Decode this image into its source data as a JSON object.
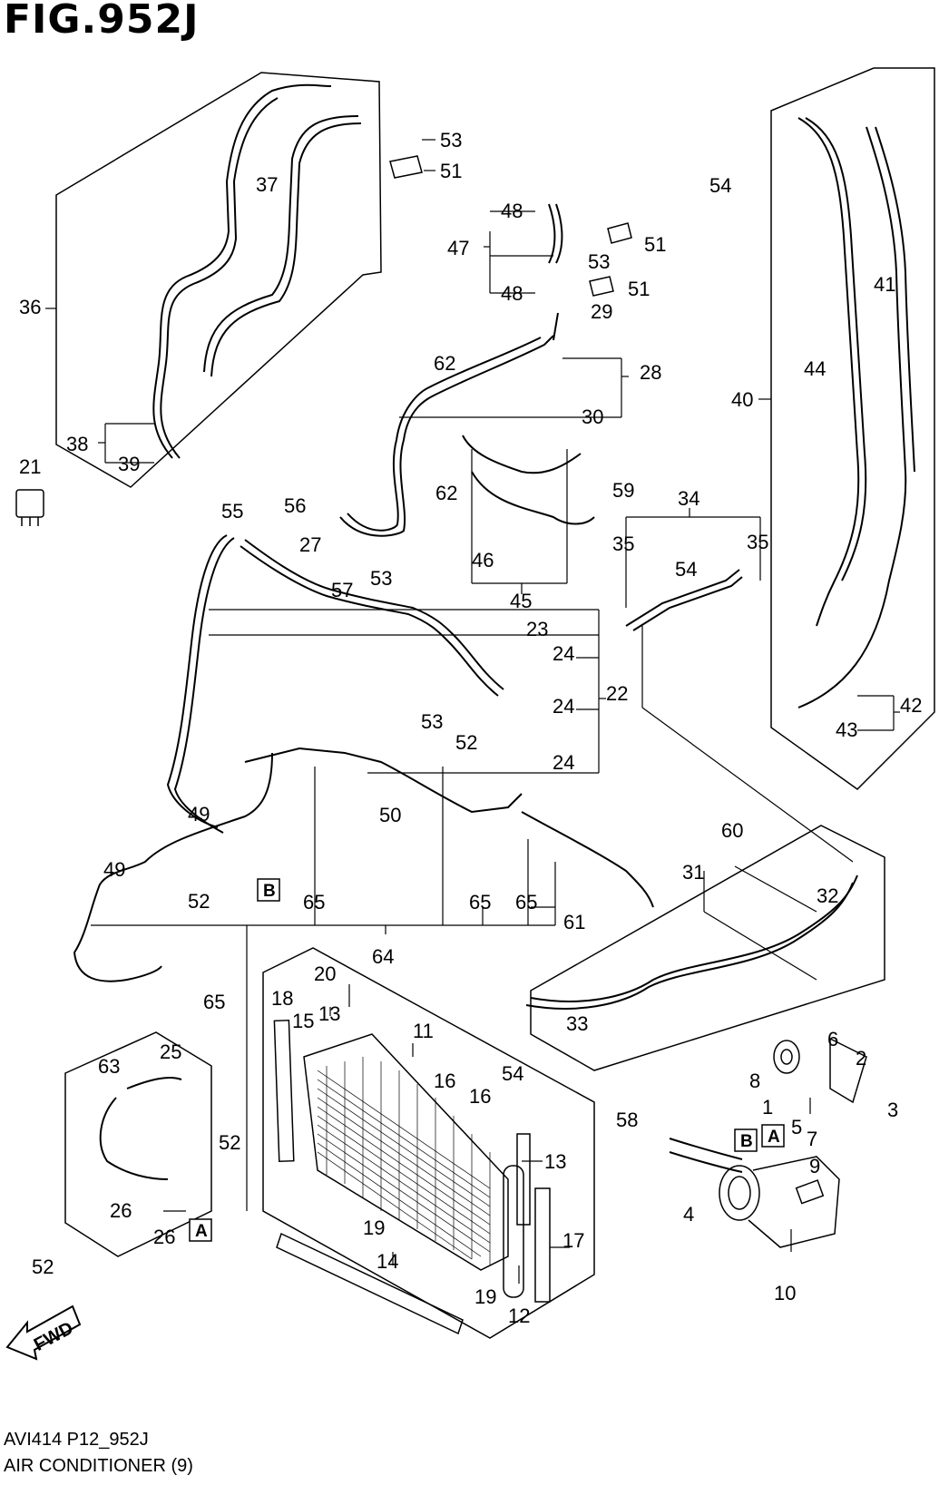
{
  "figure": {
    "title": "FIG.952J"
  },
  "footer": {
    "code": "AVI414 P12_952J",
    "name": "AIR CONDITIONER (9)"
  },
  "fwd_label": "FWD",
  "callout_boxes": [
    "A",
    "B"
  ],
  "part_numbers": [
    "1",
    "2",
    "3",
    "4",
    "5",
    "6",
    "7",
    "8",
    "9",
    "10",
    "11",
    "12",
    "13",
    "14",
    "15",
    "16",
    "17",
    "18",
    "19",
    "20",
    "21",
    "22",
    "23",
    "24",
    "25",
    "26",
    "27",
    "28",
    "29",
    "30",
    "31",
    "32",
    "33",
    "34",
    "35",
    "36",
    "37",
    "38",
    "39",
    "40",
    "41",
    "42",
    "43",
    "44",
    "45",
    "46",
    "47",
    "48",
    "49",
    "50",
    "51",
    "52",
    "53",
    "54",
    "55",
    "56",
    "57",
    "58",
    "59",
    "60",
    "61",
    "62",
    "63",
    "64",
    "65"
  ]
}
